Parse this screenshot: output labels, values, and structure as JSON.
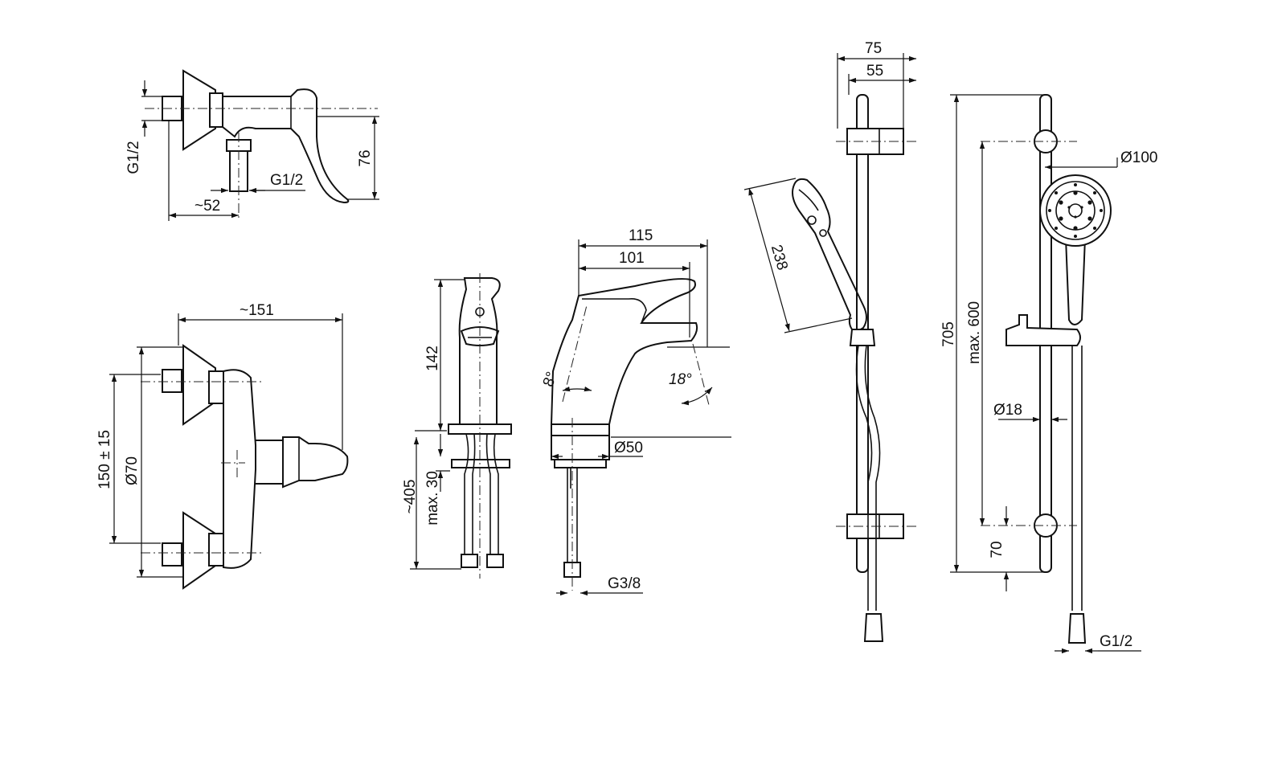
{
  "labels": {
    "g12_top_vertical": "G1/2",
    "g12_top": "G1/2",
    "approx52": "~52",
    "dim76": "76",
    "approx151": "~151",
    "dim150": "150 ± 15",
    "dia70": "Ø70",
    "dim142": "142",
    "approx405": "~405",
    "max30": "max. 30",
    "dim115": "115",
    "dim101": "101",
    "deg8": "8°",
    "deg18": "18°",
    "dia50": "Ø50",
    "g38": "G3/8",
    "dim75": "75",
    "dim55": "55",
    "dim238": "238",
    "dim705": "705",
    "max600": "max. 600",
    "dia100": "Ø100",
    "dia18": "Ø18",
    "dim70": "70",
    "g12_bottom": "G1/2"
  }
}
